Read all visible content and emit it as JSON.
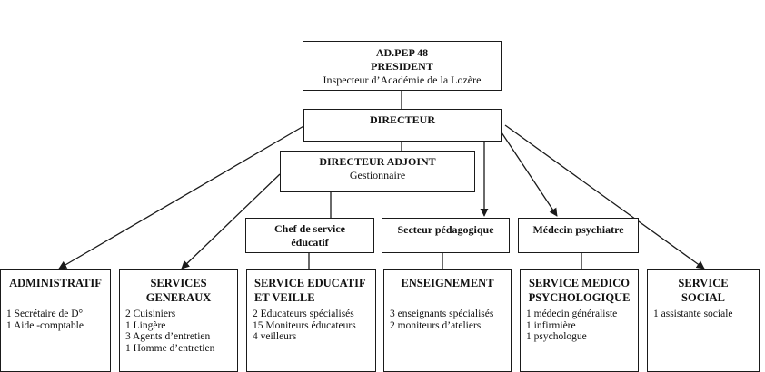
{
  "president_box": {
    "line1": "AD.PEP 48",
    "line2": "PRESIDENT",
    "line3": "Inspecteur d’Académie de la Lozère"
  },
  "directeur_box": {
    "label": "DIRECTEUR"
  },
  "adjoint_box": {
    "title": "DIRECTEUR ADJOINT",
    "subtitle": "Gestionnaire"
  },
  "mid_boxes": {
    "chef_service": {
      "line1": "Chef de service",
      "line2": "éducatif"
    },
    "secteur": {
      "label": "Secteur pédagogique"
    },
    "medecin": {
      "label": "Médecin psychiatre"
    }
  },
  "services": [
    {
      "title1": "ADMINISTRATIF",
      "title2": "",
      "items": [
        "1 Secrétaire de D°",
        "1 Aide -comptable"
      ]
    },
    {
      "title1": "SERVICES",
      "title2": "GENERAUX",
      "items": [
        "2 Cuisiniers",
        "1 Lingère",
        "3 Agents d’entretien",
        "1 Homme d’entretien"
      ]
    },
    {
      "title1": "SERVICE EDUCATIF",
      "title2": "ET VEILLE",
      "items": [
        "2 Educateurs spécialisés",
        "15 Moniteurs éducateurs",
        "4 veilleurs"
      ]
    },
    {
      "title1": "ENSEIGNEMENT",
      "title2": "",
      "items": [
        "3 enseignants spécialisés",
        "2 moniteurs d’ateliers"
      ]
    },
    {
      "title1": "SERVICE MEDICO",
      "title2": "PSYCHOLOGIQUE",
      "items": [
        "1 médecin généraliste",
        "1 infirmière",
        "1 psychologue"
      ]
    },
    {
      "title1": "SERVICE",
      "title2": "SOCIAL",
      "items": [
        "1 assistante sociale"
      ]
    }
  ]
}
